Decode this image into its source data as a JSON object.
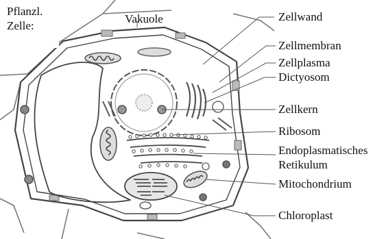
{
  "title": {
    "line1": "Pflanzl.",
    "line2": "Zelle:"
  },
  "labels": {
    "vakuole": "Vakuole",
    "zellwand": "Zellwand",
    "zellmembran": "Zellmembran",
    "zellplasma": "Zellplasma",
    "dictyosom": "Dictyosom",
    "zellkern": "Zellkern",
    "ribosom": "Ribosom",
    "er1": "Endoplasmatisches",
    "er2": "Retikulum",
    "mitochondrium": "Mitochondrium",
    "chloroplast": "Chloroplast"
  }
}
